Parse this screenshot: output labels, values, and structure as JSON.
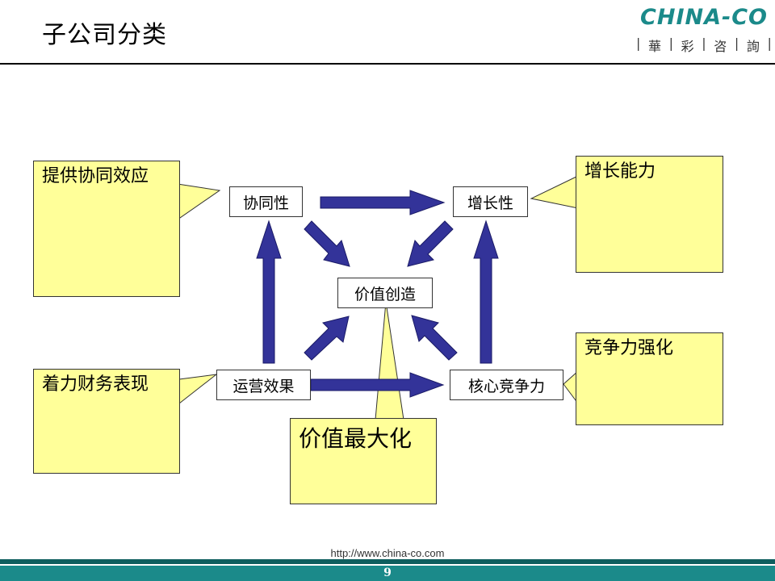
{
  "title": "子公司分类",
  "logo": {
    "wordmark": "CHINA-CO",
    "characters": [
      "華",
      "彩",
      "咨",
      "詢"
    ],
    "color": "#1b8a8a"
  },
  "diagram": {
    "nodes": {
      "synergy": "协同性",
      "growth": "增长性",
      "value_creation": "价值创造",
      "operating_results": "运营效果",
      "core_competitiveness": "核心竞争力"
    },
    "callouts": {
      "provide_synergy": "提供协同效应",
      "growth_capability": "增长能力",
      "financial_focus": "着力财务表现",
      "competitiveness_strengthening": "竞争力强化",
      "value_maximization": "价值最大化"
    },
    "colors": {
      "callout_fill": "#ffff99",
      "arrow_fill": "#333399"
    }
  },
  "footer": {
    "url": "http://www.china-co.com",
    "page_number": "9"
  }
}
